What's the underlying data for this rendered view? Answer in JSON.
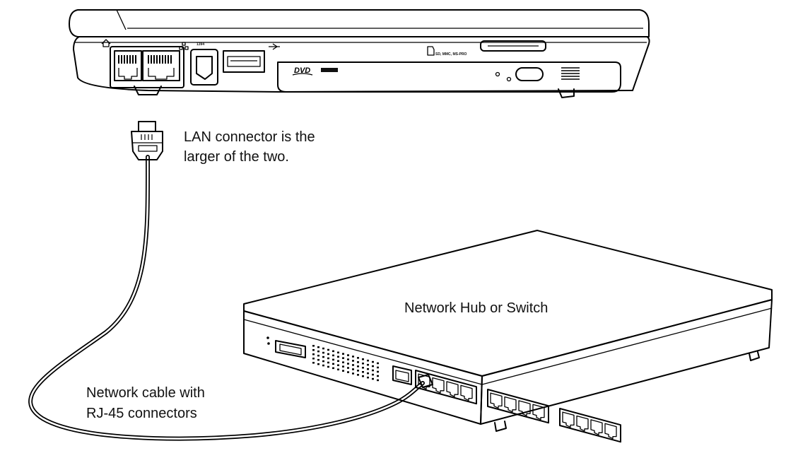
{
  "labels": {
    "lan_line1": "LAN connector is the",
    "lan_line2": "larger of the two.",
    "hub": "Network Hub or Switch",
    "cable_line1": "Network cable with",
    "cable_line2": "RJ-45 connectors"
  },
  "laptop_marks": {
    "firewire": "1394",
    "dvd": "DVD",
    "card_reader": "SD, MMC, MS-PRO"
  },
  "icons": [
    "modem-icon",
    "network-icon",
    "usb-icon",
    "dvd-logo-icon",
    "card-reader-icon"
  ],
  "hub_ports": {
    "single": 1,
    "group_1": 4,
    "group_2": 4,
    "group_3": 4
  }
}
